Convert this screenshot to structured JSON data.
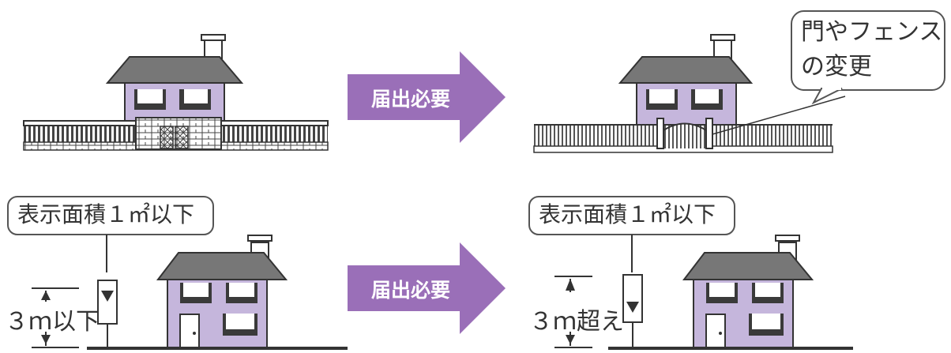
{
  "arrows": [
    {
      "label": "届出必要"
    },
    {
      "label": "届出必要"
    }
  ],
  "callout": {
    "line1": "門やフェンス",
    "line2": "の変更"
  },
  "sign_area_boxes": [
    {
      "label": "表示面積１㎡以下"
    },
    {
      "label": "表示面積１㎡以下"
    }
  ],
  "height_labels": {
    "left": "３ｍ以下",
    "right": "３ｍ超え"
  },
  "colors": {
    "arrow": "#9a6fb8",
    "wall": "#c5b6dc",
    "roof": "#777777",
    "window": "#3a3a3a",
    "line": "#333333"
  }
}
